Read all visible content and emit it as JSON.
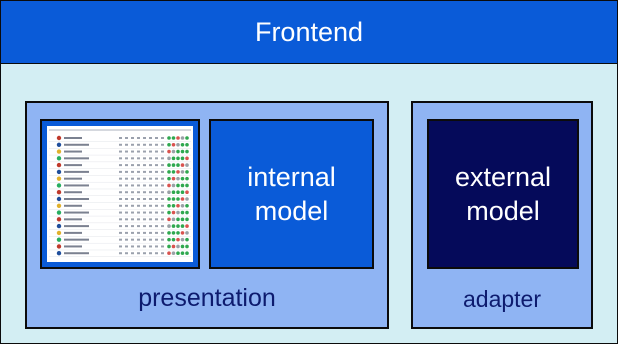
{
  "frontend": {
    "title": "Frontend"
  },
  "presentation": {
    "label": "presentation"
  },
  "internal_model": {
    "label": "internal\nmodel"
  },
  "external_model": {
    "label": "external\nmodel"
  },
  "adapter": {
    "label": "adapter"
  },
  "colors": {
    "frontend_bg": "#d3eef3",
    "header_blue": "#0a5bd8",
    "panel_blue": "#8fb4f3",
    "external_navy": "#050a5a",
    "label_navy": "#0d1b6e"
  },
  "thumbnail": {
    "icon": "league-table-screenshot",
    "row_count": 18
  }
}
